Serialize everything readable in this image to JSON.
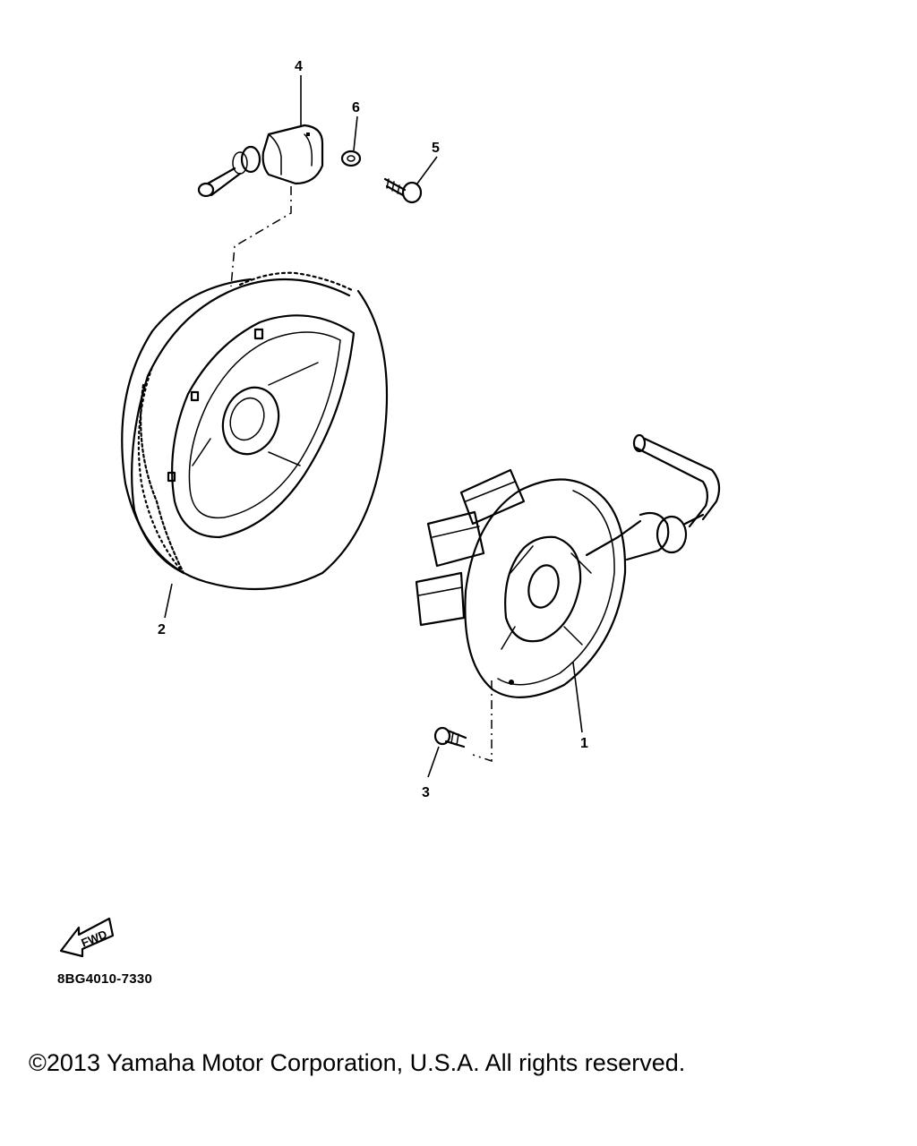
{
  "diagram": {
    "callouts": [
      {
        "id": "1",
        "label": "1"
      },
      {
        "id": "2",
        "label": "2"
      },
      {
        "id": "3",
        "label": "3"
      },
      {
        "id": "4",
        "label": "4"
      },
      {
        "id": "5",
        "label": "5"
      },
      {
        "id": "6",
        "label": "6"
      }
    ],
    "parts": [
      {
        "callout": "1",
        "icon": "stator-assembly-icon"
      },
      {
        "callout": "2",
        "icon": "flywheel-rotor-icon"
      },
      {
        "callout": "3",
        "icon": "screw-icon"
      },
      {
        "callout": "4",
        "icon": "pickup-coil-icon"
      },
      {
        "callout": "5",
        "icon": "bolt-icon"
      },
      {
        "callout": "6",
        "icon": "washer-icon"
      }
    ],
    "fwd_label": "FWD",
    "reference_code": "8BG4010-7330"
  },
  "footer": {
    "copyright": "©2013 Yamaha Motor Corporation, U.S.A. All rights reserved."
  },
  "colors": {
    "ink": "#000000",
    "background": "#ffffff"
  }
}
